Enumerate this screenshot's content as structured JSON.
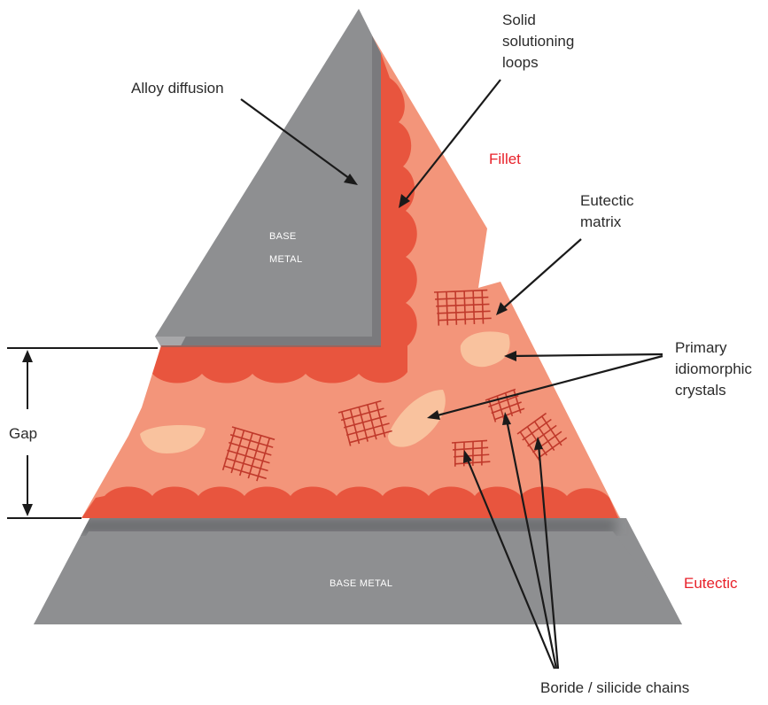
{
  "labels": {
    "alloy_diffusion": "Alloy diffusion",
    "solid_solutioning_line1": "Solid",
    "solid_solutioning_line2": "solutioning",
    "solid_solutioning_line3": "loops",
    "fillet": "Fillet",
    "eutectic_matrix_line1": "Eutectic",
    "eutectic_matrix_line2": "matrix",
    "primary_line1": "Primary",
    "primary_line2": "idiomorphic",
    "primary_line3": "crystals",
    "gap": "Gap",
    "eutectic": "Eutectic",
    "boride_chains": "Boride / silicide chains",
    "base_metal_top_line1": "BASE",
    "base_metal_top_line2": "METAL",
    "base_metal_bottom": "BASE METAL"
  },
  "colors": {
    "base_metal": "#8e8f91",
    "fillet_fill": "#f3957a",
    "loop_red": "#e8553e",
    "crystal": "#f9c29e",
    "mesh": "#c0392b",
    "accent_red_text": "#e8212a"
  }
}
